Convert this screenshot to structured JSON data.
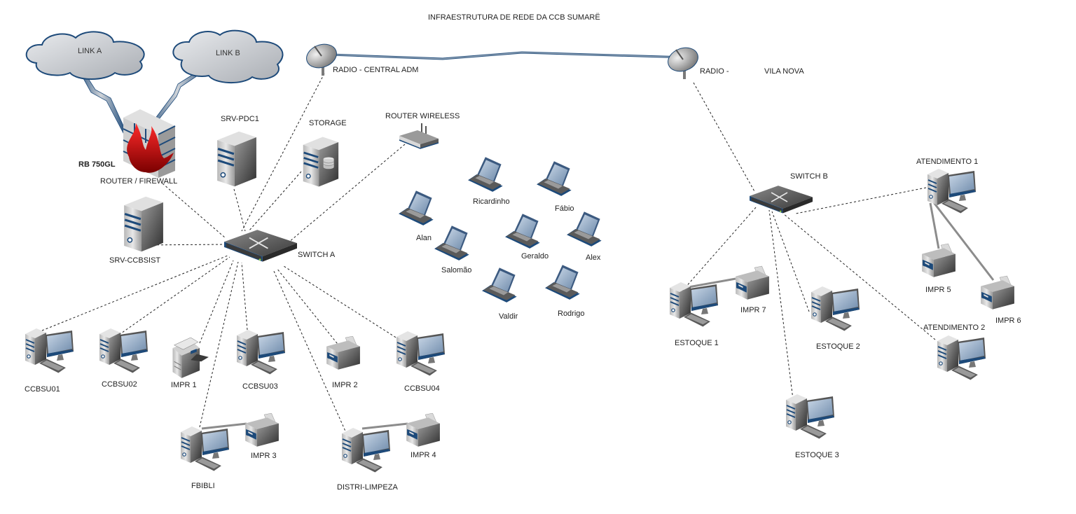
{
  "title": "INFRAESTRUTURA DE REDE DA CCB SUMARË",
  "colors": {
    "accent_blue": "#1d4a7a",
    "device_gray": "#8a8a8a",
    "device_dark": "#4a4a4a",
    "screen_blue": "#8fa8c4",
    "fire_red": "#c00000",
    "cloud_fill": "#cfd3d8",
    "link_dashed": "#222222",
    "link_solid": "#8c8c8c"
  },
  "clouds": [
    {
      "id": "link-a",
      "label": "LINK A"
    },
    {
      "id": "link-b",
      "label": "LINK B"
    }
  ],
  "firewall": {
    "model": "RB 750GL",
    "label": "ROUTER / FIREWALL"
  },
  "radios": [
    {
      "id": "radio-central",
      "label": "RADIO - CENTRAL  ADM"
    },
    {
      "id": "radio-vila",
      "label": "RADIO -",
      "label2": "VILA NOVA"
    }
  ],
  "servers": [
    {
      "id": "srv-pdc1",
      "label": "SRV-PDC1",
      "icon": "server-icon"
    },
    {
      "id": "storage",
      "label": "STORAGE",
      "icon": "storage-server-icon"
    },
    {
      "id": "srv-ccbsist",
      "label": "SRV-CCBSIST",
      "icon": "server-icon"
    }
  ],
  "router_wireless": {
    "label": "ROUTER WIRELESS"
  },
  "switches": [
    {
      "id": "switch-a",
      "label": "SWITCH A"
    },
    {
      "id": "switch-b",
      "label": "SWITCH B"
    }
  ],
  "laptops": [
    {
      "label": "Ricardinho"
    },
    {
      "label": "Fábio"
    },
    {
      "label": "Alan"
    },
    {
      "label": "Salomão"
    },
    {
      "label": "Geraldo"
    },
    {
      "label": "Alex"
    },
    {
      "label": "Valdir"
    },
    {
      "label": "Rodrigo"
    }
  ],
  "workstations": [
    {
      "id": "ccbsu01",
      "label": "CCBSU01"
    },
    {
      "id": "ccbsu02",
      "label": "CCBSU02"
    },
    {
      "id": "ccbsu03",
      "label": "CCBSU03"
    },
    {
      "id": "ccbsu04",
      "label": "CCBSU04"
    },
    {
      "id": "fbibli",
      "label": "FBIBLI"
    },
    {
      "id": "distri",
      "label": "DISTRI-LIMPEZA"
    },
    {
      "id": "estoque1",
      "label": "ESTOQUE 1"
    },
    {
      "id": "estoque2",
      "label": "ESTOQUE 2"
    },
    {
      "id": "estoque3",
      "label": "ESTOQUE 3"
    },
    {
      "id": "atend1",
      "label": "ATENDIMENTO 1"
    },
    {
      "id": "atend2",
      "label": "ATENDIMENTO 2"
    }
  ],
  "printers": [
    {
      "id": "impr1",
      "label": "IMPR 1",
      "type": "multifunction"
    },
    {
      "id": "impr2",
      "label": "IMPR 2"
    },
    {
      "id": "impr3",
      "label": "IMPR 3"
    },
    {
      "id": "impr4",
      "label": "IMPR 4"
    },
    {
      "id": "impr5",
      "label": "IMPR 5"
    },
    {
      "id": "impr6",
      "label": "IMPR 6"
    },
    {
      "id": "impr7",
      "label": "IMPR 7"
    }
  ],
  "connections": [
    {
      "from": "LINK A",
      "to": "ROUTER / FIREWALL",
      "style": "wan-bolt"
    },
    {
      "from": "LINK B",
      "to": "ROUTER / FIREWALL",
      "style": "wan-bolt"
    },
    {
      "from": "RADIO - CENTRAL  ADM",
      "to": "RADIO - VILA NOVA",
      "style": "wireless-bolt"
    },
    {
      "from": "ROUTER / FIREWALL",
      "to": "SWITCH A",
      "style": "dashed"
    },
    {
      "from": "SRV-PDC1",
      "to": "SWITCH A",
      "style": "dashed"
    },
    {
      "from": "STORAGE",
      "to": "SWITCH A",
      "style": "dashed"
    },
    {
      "from": "RADIO - CENTRAL  ADM",
      "to": "SWITCH A",
      "style": "dashed"
    },
    {
      "from": "ROUTER WIRELESS",
      "to": "SWITCH A",
      "style": "dashed"
    },
    {
      "from": "SRV-CCBSIST",
      "to": "SWITCH A",
      "style": "dashed"
    },
    {
      "from": "CCBSU01",
      "to": "SWITCH A",
      "style": "dashed"
    },
    {
      "from": "CCBSU02",
      "to": "SWITCH A",
      "style": "dashed"
    },
    {
      "from": "IMPR 1",
      "to": "SWITCH A",
      "style": "dashed"
    },
    {
      "from": "CCBSU03",
      "to": "SWITCH A",
      "style": "dashed"
    },
    {
      "from": "FBIBLI",
      "to": "SWITCH A",
      "style": "dashed"
    },
    {
      "from": "DISTRI-LIMPEZA",
      "to": "SWITCH A",
      "style": "dashed"
    },
    {
      "from": "IMPR 2",
      "to": "SWITCH A",
      "style": "dashed"
    },
    {
      "from": "CCBSU04",
      "to": "SWITCH A",
      "style": "dashed"
    },
    {
      "from": "FBIBLI",
      "to": "IMPR 3",
      "style": "solid"
    },
    {
      "from": "DISTRI-LIMPEZA",
      "to": "IMPR 4",
      "style": "solid"
    },
    {
      "from": "RADIO - VILA NOVA",
      "to": "SWITCH B",
      "style": "dashed"
    },
    {
      "from": "ATENDIMENTO 1",
      "to": "SWITCH B",
      "style": "dashed"
    },
    {
      "from": "ESTOQUE 1",
      "to": "SWITCH B",
      "style": "dashed"
    },
    {
      "from": "ESTOQUE 2",
      "to": "SWITCH B",
      "style": "dashed"
    },
    {
      "from": "ESTOQUE 3",
      "to": "SWITCH B",
      "style": "dashed"
    },
    {
      "from": "ATENDIMENTO 2",
      "to": "SWITCH B",
      "style": "dashed"
    },
    {
      "from": "ESTOQUE 1",
      "to": "IMPR 7",
      "style": "solid"
    },
    {
      "from": "ATENDIMENTO 1",
      "to": "IMPR 5",
      "style": "solid"
    },
    {
      "from": "ATENDIMENTO 1",
      "to": "IMPR 6",
      "style": "solid"
    }
  ]
}
